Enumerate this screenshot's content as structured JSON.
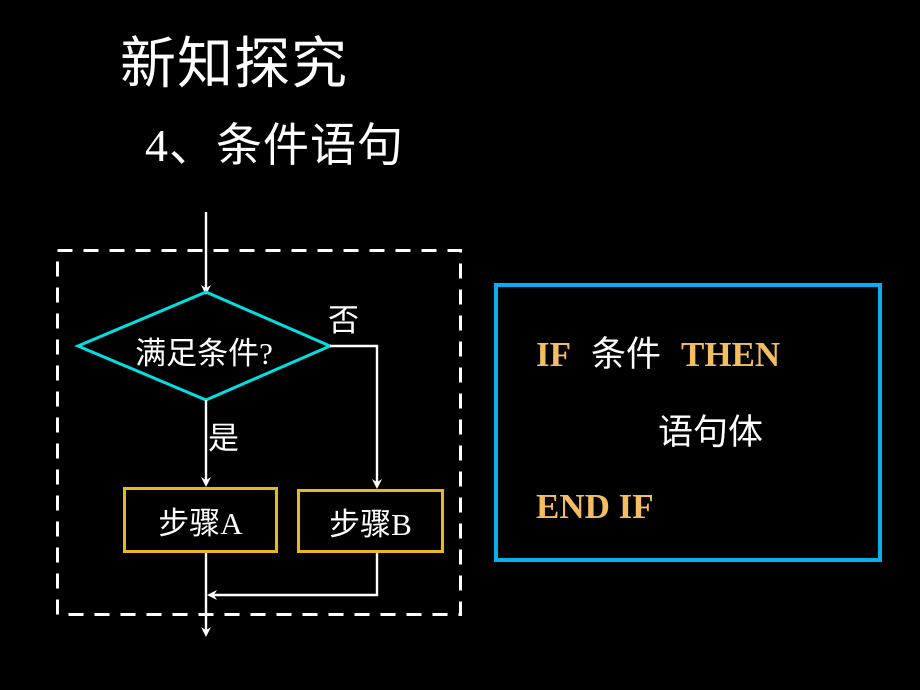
{
  "slide": {
    "background_color": "#000000",
    "title": "新知探究",
    "subtitle": "4、条件语句"
  },
  "flowchart": {
    "name": "conditional-branch-flowchart",
    "dashed_border_color": "#ffffff",
    "connector_color": "#ffffff",
    "decision": {
      "label": "满足条件?",
      "shape": "diamond",
      "border_color": "#00e0e0",
      "text_color": "#ffffff"
    },
    "branches": {
      "yes_label": "是",
      "no_label": "否"
    },
    "steps": [
      {
        "label": "步骤A",
        "border_color": "#e8b820",
        "text_color": "#ffffff"
      },
      {
        "label": "步骤B",
        "border_color": "#e8b820",
        "text_color": "#ffffff"
      }
    ]
  },
  "code_box": {
    "name": "if-then-pseudocode",
    "border_color": "#00b0f0",
    "keyword_color": "#f3bd62",
    "chinese_color": "#ffffff",
    "lines": [
      {
        "keyword_1": "IF",
        "chinese": "条件",
        "keyword_2": "THEN"
      },
      {
        "chinese": "语句体"
      },
      {
        "keyword_1": "END IF"
      }
    ],
    "line1_kw1": "IF",
    "line1_zh": "条件",
    "line1_kw2": "THEN",
    "line2_zh": "语句体",
    "line3_kw": "END IF"
  }
}
